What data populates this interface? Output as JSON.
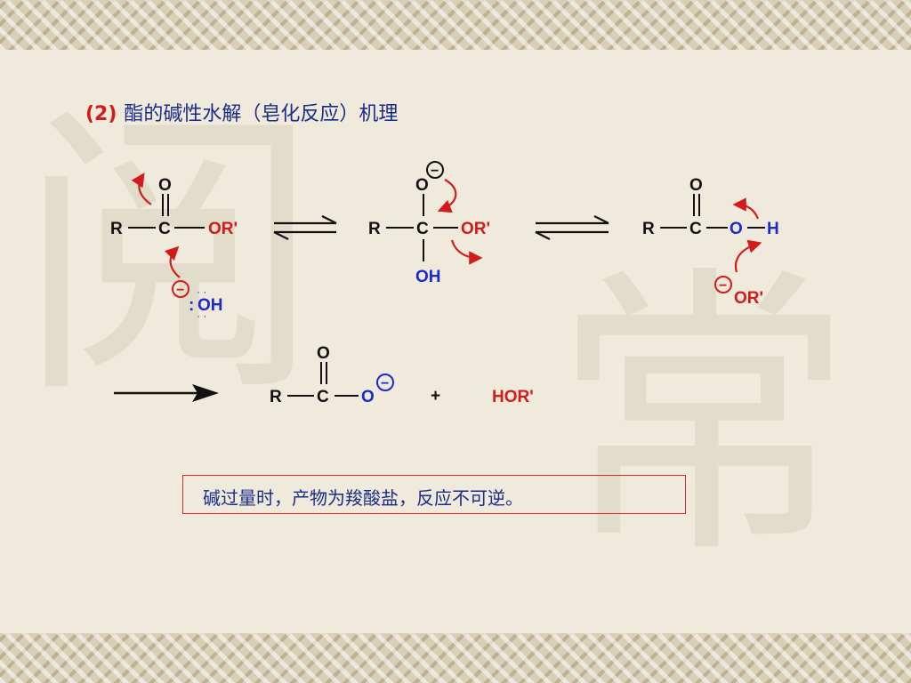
{
  "title": {
    "number": "(2)",
    "text": "酯的碱性水解（皂化反应）机理"
  },
  "note": "碱过量时，产物为羧酸盐，反应不可逆。",
  "labels": {
    "R": "R",
    "C": "C",
    "O": "O",
    "H": "H",
    "OR_prime": "OR'",
    "OH": "OH",
    "HOR_prime": "HOR'",
    "plus": "+",
    "minus": "−",
    "lone_pair": ":",
    "dots": "· ·"
  },
  "colors": {
    "title_number": "#d41b1b",
    "title_text": "#1a2c8a",
    "red": "#d41b1b",
    "blue": "#1a2ad0",
    "black": "#111111",
    "note_border": "#d62b2b"
  },
  "icons": [
    "curved-arrow-icon",
    "equilibrium-arrow-icon",
    "reaction-arrow-icon",
    "negative-charge-icon"
  ]
}
